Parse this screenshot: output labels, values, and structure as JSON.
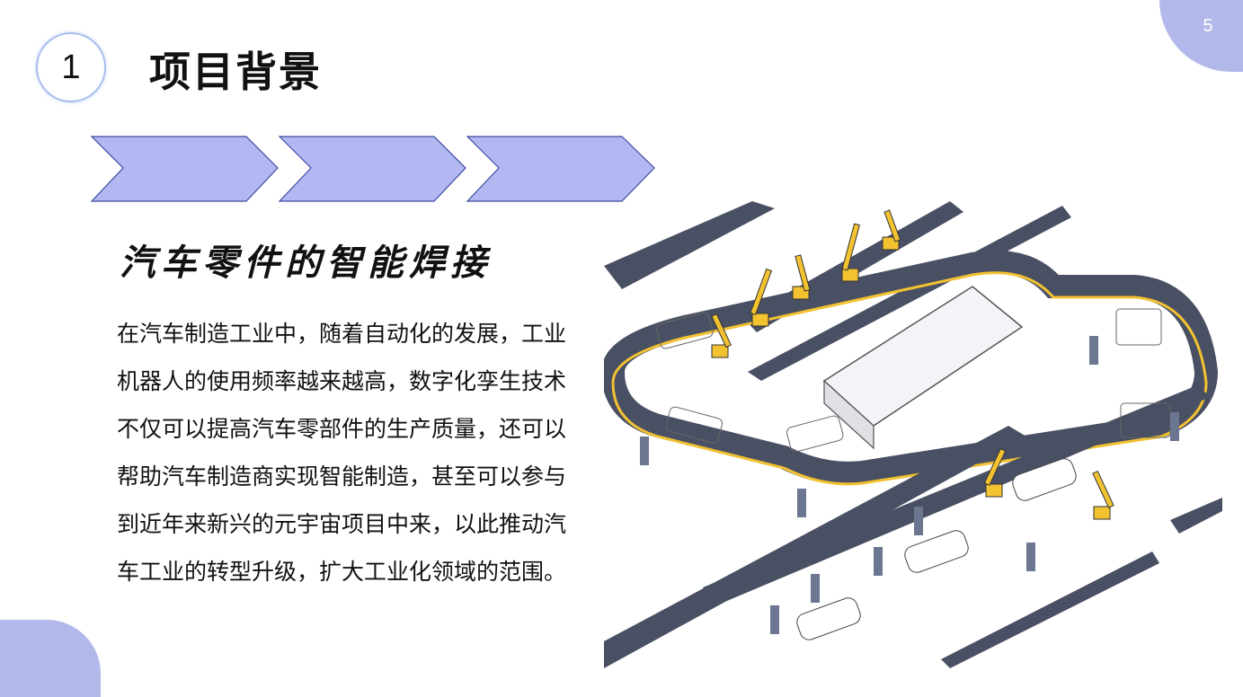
{
  "page": {
    "number": "5"
  },
  "section": {
    "number": "1",
    "title": "项目背景"
  },
  "subtitle": "汽车零件的智能焊接",
  "body": "在汽车制造工业中，随着自动化的发展，工业机器人的使用频率越来越高，数字化孪生技术不仅可以提高汽车零部件的生产质量，还可以帮助汽车制造商实现智能制造，甚至可以参与到近年来新兴的元宇宙项目中来，以此推动汽车工业的转型升级，扩大工业化领域的范围。",
  "colors": {
    "accent": "#b3b8ea",
    "chevron": "#b3b8f2",
    "belt": "#4a5063",
    "stripe": "#f2c230"
  },
  "illustration": {
    "subject": "car-assembly-line"
  }
}
